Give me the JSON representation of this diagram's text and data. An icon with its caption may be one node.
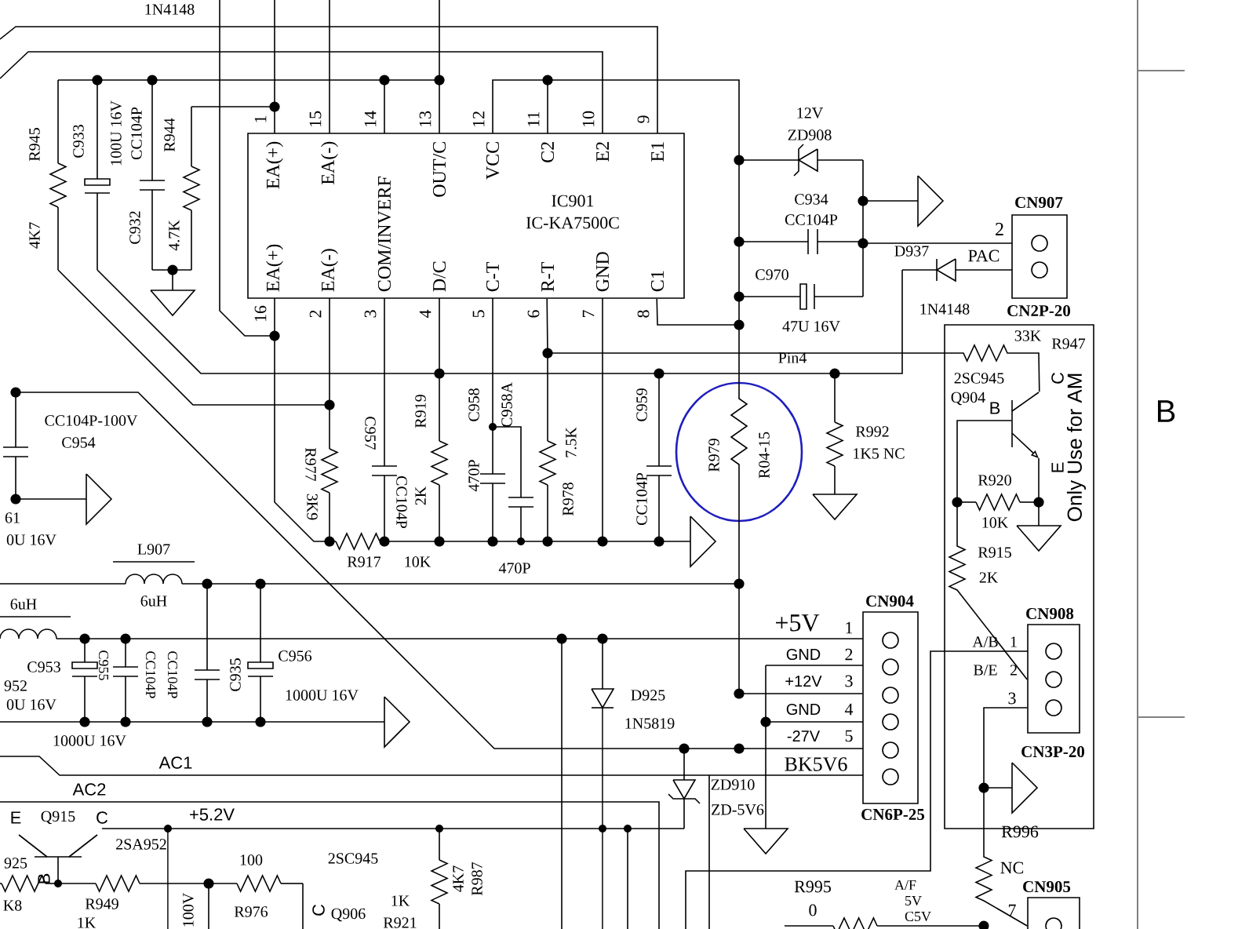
{
  "diagram": {
    "nodes": [
      {
        "text": [
          "EA(+)",
          "EA(-)",
          "OUT/C",
          "VCC",
          "C2",
          "E2",
          "E1",
          "IC901",
          "IC-KA7500C",
          "EA(+)",
          "EA(-)",
          "COM/INVERF",
          "D/C",
          "C-T",
          "R-T",
          "GND",
          "C1"
        ],
        "beside": [
          "1",
          "15",
          "14",
          "13",
          "12",
          "11",
          "10",
          "9",
          "16",
          "2",
          "3",
          "4",
          "5",
          "6",
          "7",
          "8"
        ]
      },
      {
        "text": [
          "CN907",
          "CN2P-20"
        ],
        "beside": [
          "2"
        ]
      },
      {
        "text": [
          "Only Use for AM"
        ]
      },
      {
        "text": [
          "CN908",
          "CN3P-20"
        ],
        "beside": [
          "A/B",
          "1",
          "B/E",
          "2",
          "3"
        ],
        "in": 2
      },
      {
        "text": [
          "CN904",
          "CN6P-25"
        ],
        "beside": [
          "+5V",
          "1",
          "GND",
          "2",
          "+12V",
          "3",
          "GND",
          "4",
          "-27V",
          "5",
          "BK5V6"
        ]
      },
      {
        "text": [
          "CN905"
        ],
        "beside": [
          "7"
        ]
      },
      {
        "text": [],
        "shape": "transistor",
        "in": 2
      }
    ],
    "edges": [
      {
        "from": 0,
        "to": 4,
        "arrow": "none"
      },
      {
        "from": 0,
        "to": 6,
        "arrow": "none"
      },
      {
        "from": 6,
        "to": 3,
        "arrow": "none"
      },
      {
        "from": 3,
        "to": 5,
        "arrow": "none"
      }
    ],
    "labels": [
      "1N4148",
      "R945",
      "4K7",
      "C933",
      "100U 16V",
      "CC104P",
      "C932",
      "R944",
      "4.7K",
      "12V",
      "ZD908",
      "C934",
      "CC104P",
      "C970",
      "47U 16V",
      "D937",
      "PAC",
      "1N4148",
      "33K",
      "R947",
      "2SC945",
      "Q904",
      "C",
      "B",
      "E",
      "R992",
      "1K5 NC",
      "Pin4",
      "CC104P-100V",
      "C954",
      "61",
      "0U 16V",
      "R977",
      "3K9",
      "C957",
      "CC104P",
      "R919",
      "2K",
      "C958",
      "470P",
      "C958A",
      "R978",
      "7.5K",
      "C959",
      "CC104P",
      "R979",
      "R04-15",
      "R917",
      "10K",
      "470P",
      "L907",
      "6uH",
      "6uH",
      "C953",
      "C955",
      "952",
      "0U 16V",
      "1000U 16V",
      "CC104P",
      "CC104P",
      "C935",
      "C956",
      "1000U 16V",
      "AC1",
      "AC2",
      "E",
      "Q915",
      "C",
      "2SA952",
      "B",
      "925",
      "K8",
      "R949",
      "1K",
      "+5.2V",
      "100V",
      "100",
      "R976",
      "C",
      "2SC945",
      "Q906",
      "1K",
      "R921",
      "4K7",
      "R987",
      "D925",
      "1N5819",
      "ZD910",
      "ZD-5V6",
      "R995",
      "0",
      "A/F",
      "5V",
      "C5V",
      "R996",
      "NC",
      "R920",
      "10K",
      "R915",
      "2K",
      "B"
    ]
  }
}
